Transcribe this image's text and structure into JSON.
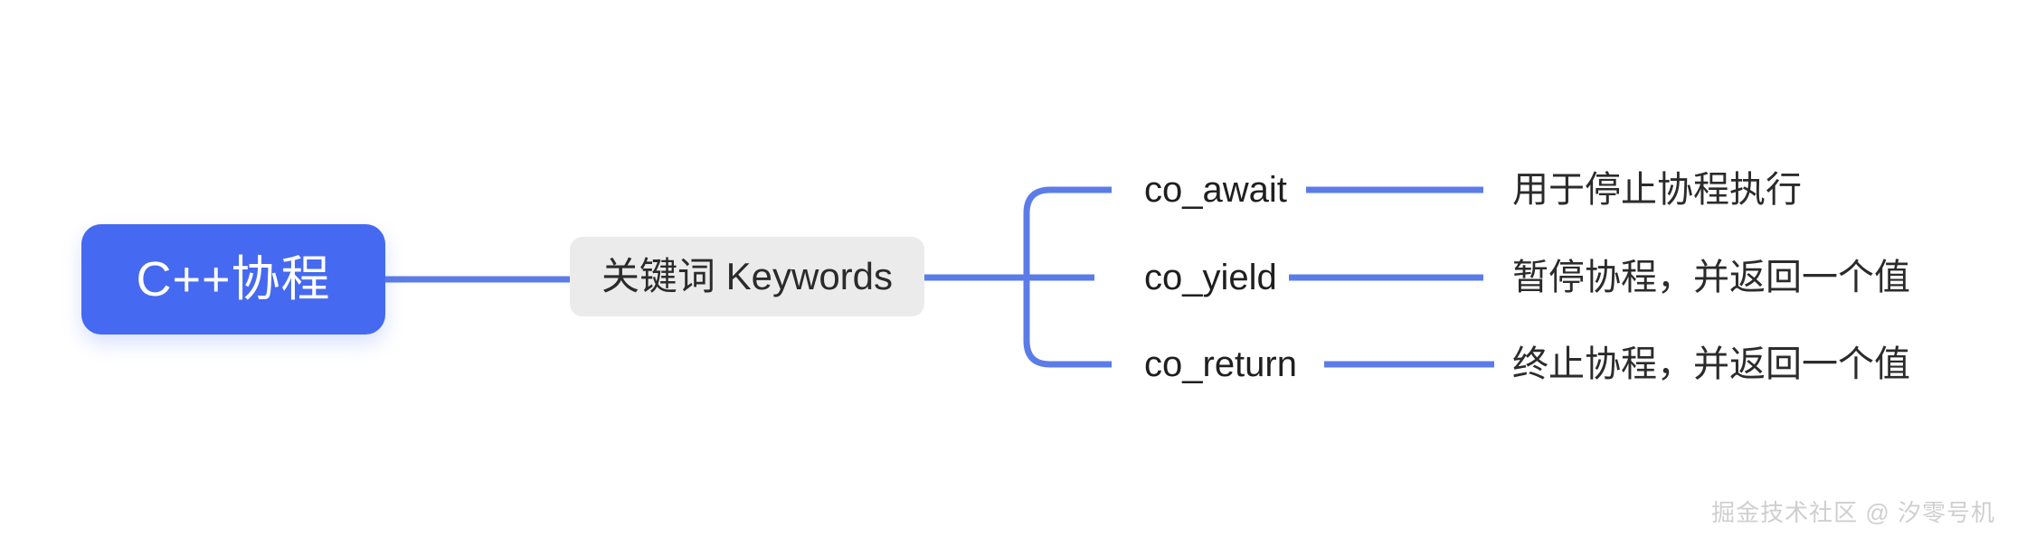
{
  "diagram": {
    "type": "mindmap",
    "orientation": "left-to-right",
    "background": "#ffffff",
    "accent_color": "#5b7ce8",
    "root": {
      "label": "C++协程",
      "fill": "#4569f0",
      "text_color": "#ffffff"
    },
    "branch": {
      "label": "关键词 Keywords",
      "fill": "#ebebeb",
      "text_color": "#2b2b2b"
    },
    "leaves": [
      {
        "keyword": "co_await",
        "description": "用于停止协程执行"
      },
      {
        "keyword": "co_yield",
        "description": "暂停协程，并返回一个值"
      },
      {
        "keyword": "co_return",
        "description": "终止协程，并返回一个值"
      }
    ]
  },
  "watermark": {
    "text": "掘金技术社区 @ 汐零号机",
    "color": "#cfcfcf"
  }
}
